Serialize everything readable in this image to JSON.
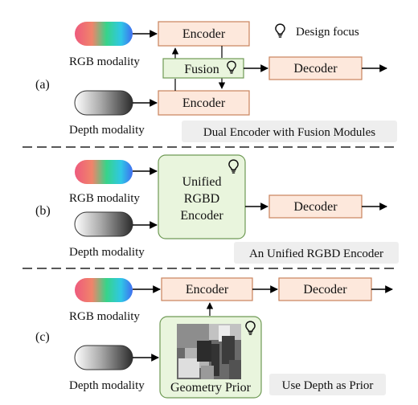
{
  "legend": {
    "label": "Design focus",
    "icon": "lightbulb-icon"
  },
  "colors": {
    "encoder_fill": "#fde8dc",
    "encoder_stroke": "#c9835c",
    "fusion_fill": "#e9f5dd",
    "fusion_stroke": "#6f9a55",
    "caption_bg": "#eeeeee",
    "divider": "#222222",
    "arrow": "#000000"
  },
  "panel_a": {
    "tag": "(a)",
    "rgb_label": "RGB modality",
    "depth_label": "Depth modality",
    "encoder_top": "Encoder",
    "fusion": "Fusion",
    "encoder_bottom": "Encoder",
    "decoder": "Decoder",
    "caption": "Dual Encoder with Fusion Modules"
  },
  "panel_b": {
    "tag": "(b)",
    "rgb_label": "RGB modality",
    "depth_label": "Depth modality",
    "unified_line1": "Unified",
    "unified_line2": "RGBD",
    "unified_line3": "Encoder",
    "decoder": "Decoder",
    "caption": "An Unified RGBD Encoder"
  },
  "panel_c": {
    "tag": "(c)",
    "rgb_label": "RGB modality",
    "depth_label": "Depth modality",
    "encoder": "Encoder",
    "decoder": "Decoder",
    "prior_label": "Geometry Prior",
    "caption": "Use Depth as Prior"
  }
}
